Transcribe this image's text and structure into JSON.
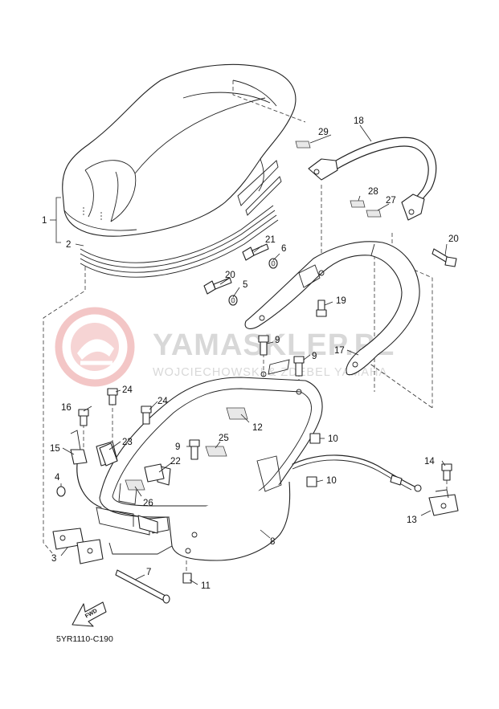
{
  "diagram_code": "5YR1110-C190",
  "fwd_label": "FWD",
  "watermark": {
    "brand": "YAMASKLEP.PL",
    "subtitle": "WOJCIECHOWSKI & ZDEBEL YAMAHA"
  },
  "callouts": {
    "c1": "1",
    "c2": "2",
    "c3": "3",
    "c4": "4",
    "c5": "5",
    "c6": "6",
    "c7": "7",
    "c8": "8",
    "c9a": "9",
    "c9b": "9",
    "c9c": "9",
    "c10a": "10",
    "c10b": "10",
    "c11": "11",
    "c12": "12",
    "c13": "13",
    "c14": "14",
    "c15": "15",
    "c16": "16",
    "c17": "17",
    "c18": "18",
    "c19": "19",
    "c20a": "20",
    "c20b": "20",
    "c21": "21",
    "c22": "22",
    "c23": "23",
    "c24a": "24",
    "c24b": "24",
    "c25": "25",
    "c26": "26",
    "c27": "27",
    "c28": "28",
    "c29": "29"
  },
  "colors": {
    "watermark_red": "#f3c6c6",
    "watermark_gray": "#d8d8d8",
    "line": "#222222"
  }
}
